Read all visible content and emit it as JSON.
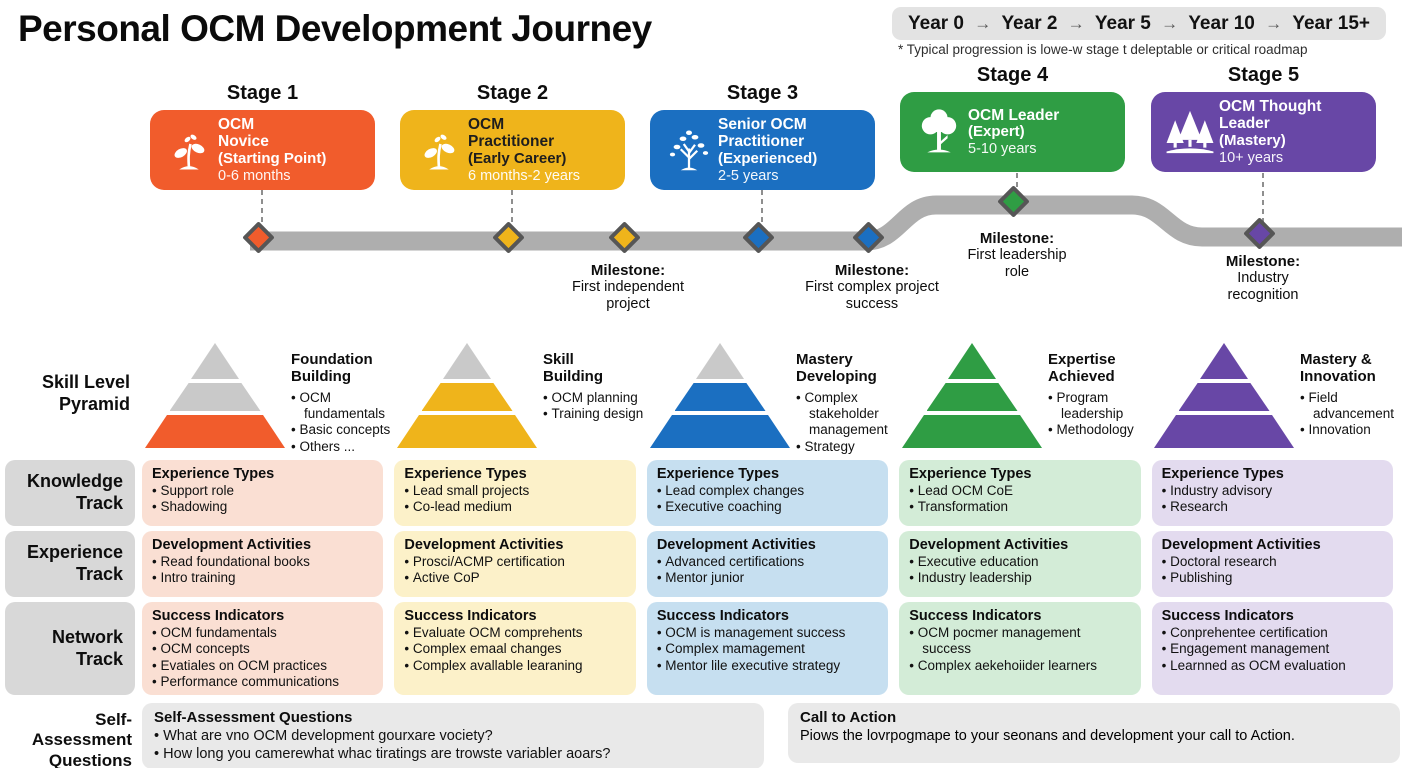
{
  "title": "Personal OCM Development Journey",
  "year_bar": {
    "items": [
      "Year 0",
      "Year 2",
      "Year 5",
      "Year 10",
      "Year 15+"
    ],
    "arrow": "→",
    "footnote": "* Typical progression is lowe-w stage t deleptable or critical roadmap"
  },
  "stages": [
    {
      "label": "Stage 1",
      "name": "OCM\nNovice",
      "sub": "(Starting Point)",
      "duration": "0-6 months",
      "color": "#F15C2C",
      "icon": "seedling-icon"
    },
    {
      "label": "Stage 2",
      "name": "OCM\nPractitioner",
      "sub": "(Early Career)",
      "duration": "6 months-2 years",
      "color": "#EFB41B",
      "icon": "seedling-icon"
    },
    {
      "label": "Stage 3",
      "name": "Senior OCM\nPractitioner",
      "sub": "(Experienced)",
      "duration": "2-5 years",
      "color": "#1B6FC1",
      "icon": "sapling-icon"
    },
    {
      "label": "Stage 4",
      "name": "OCM Leader",
      "sub": "(Expert)",
      "duration": "5-10 years",
      "color": "#2F9D44",
      "icon": "tree-icon"
    },
    {
      "label": "Stage 5",
      "name": "OCM Thought\nLeader",
      "sub": "(Mastery)",
      "duration": "10+ years",
      "color": "#6847A6",
      "icon": "pine-forest-icon"
    }
  ],
  "milestones": [
    {
      "title": "Milestone:",
      "text": "First independent\nproject"
    },
    {
      "title": "Milestone:",
      "text": "First complex project\nsuccess"
    },
    {
      "title": "Milestone:",
      "text": "First leadership\nrole"
    },
    {
      "title": "Milestone:",
      "text": "Industry\nrecognition"
    }
  ],
  "pyramid_section": {
    "label": "Skill Level\nPyramid",
    "pyramids": [
      {
        "title": "Foundation\nBuilding",
        "bullets": [
          "OCM fundamentals",
          "Basic concepts",
          "Others ..."
        ]
      },
      {
        "title": "Skill\nBuilding",
        "bullets": [
          "OCM planning",
          "Training design"
        ]
      },
      {
        "title": "Mastery\nDeveloping",
        "bullets": [
          "Complex stakeholder management",
          "Strategy"
        ]
      },
      {
        "title": "Expertise\nAchieved",
        "bullets": [
          "Program leadership",
          "Methodology"
        ]
      },
      {
        "title": "Mastery &\nInnovation",
        "bullets": [
          "Field advancement",
          "Innovation"
        ]
      }
    ]
  },
  "tracks": [
    {
      "label": "Knowledge\nTrack",
      "cells": [
        {
          "title": "Experience Types",
          "bullets": [
            "Support role",
            "Shadowing"
          ]
        },
        {
          "title": "Experience Types",
          "bullets": [
            "Lead small projects",
            "Co-lead medium"
          ]
        },
        {
          "title": "Experience Types",
          "bullets": [
            "Lead complex changes",
            "Executive coaching"
          ]
        },
        {
          "title": "Experience Types",
          "bullets": [
            "Lead OCM CoE",
            "Transformation"
          ]
        },
        {
          "title": "Experience Types",
          "bullets": [
            "Industry advisory",
            "Research"
          ]
        }
      ]
    },
    {
      "label": "Experience\nTrack",
      "cells": [
        {
          "title": "Development Activities",
          "bullets": [
            "Read foundational books",
            "Intro training"
          ]
        },
        {
          "title": "Development Activities",
          "bullets": [
            "Prosci/ACMP certification",
            "Active CoP"
          ]
        },
        {
          "title": "Development Activities",
          "bullets": [
            "Advanced certifications",
            "Mentor junior"
          ]
        },
        {
          "title": "Development Activities",
          "bullets": [
            "Executive education",
            "Industry leadership"
          ]
        },
        {
          "title": "Development Activities",
          "bullets": [
            "Doctoral research",
            "Publishing"
          ]
        }
      ]
    },
    {
      "label": "Network\nTrack",
      "cells": [
        {
          "title": "Success Indicators",
          "bullets": [
            "OCM fundamentals",
            "OCM concepts",
            "Evatiales on OCM practices",
            "Performance communications"
          ]
        },
        {
          "title": "Success Indicators",
          "bullets": [
            "Evaluate OCM comprehents",
            "Complex emaal changes",
            "Complex avallable learaning"
          ]
        },
        {
          "title": "Success Indicators",
          "bullets": [
            "OCM is management success",
            "Complex mamagement",
            "Mentor lile executive strategy"
          ]
        },
        {
          "title": "Success Indicators",
          "bullets": [
            "OCM pocmer management success",
            "Complex aekehoiider learners"
          ]
        },
        {
          "title": "Success Indicators",
          "bullets": [
            "Conprehentee certification",
            "Engagement management",
            "Learnned as OCM evaluation"
          ]
        }
      ]
    }
  ],
  "bottom": {
    "label": "Self-Assessment\nQuestions",
    "questions": {
      "title": "Self-Assessment Questions",
      "bullets": [
        "What are vno OCM development gourxare vociety?",
        "How long you camerewhat whac tiratings are trowste variabler aoars?"
      ]
    },
    "cta": {
      "title": "Call to Action",
      "text": "Piows the lovrpogmape to your seonans and development your call to Action."
    }
  },
  "colors": {
    "stage1": "#F15C2C",
    "stage2": "#EFB41B",
    "stage3": "#1B6FC1",
    "stage4": "#2F9D44",
    "stage5": "#6847A6",
    "road": "#AEAEAE",
    "diamond_border": "#565656",
    "pyramid_gray": "#C9C9C9",
    "cell_orange": "#FADFD3",
    "cell_yellow": "#FCF1C9",
    "cell_blue": "#C6DFF0",
    "cell_green": "#D3ECD7",
    "cell_purple": "#E3DBEF",
    "label_gray": "#D8D8D8",
    "panel_gray": "#E9E9E9"
  }
}
